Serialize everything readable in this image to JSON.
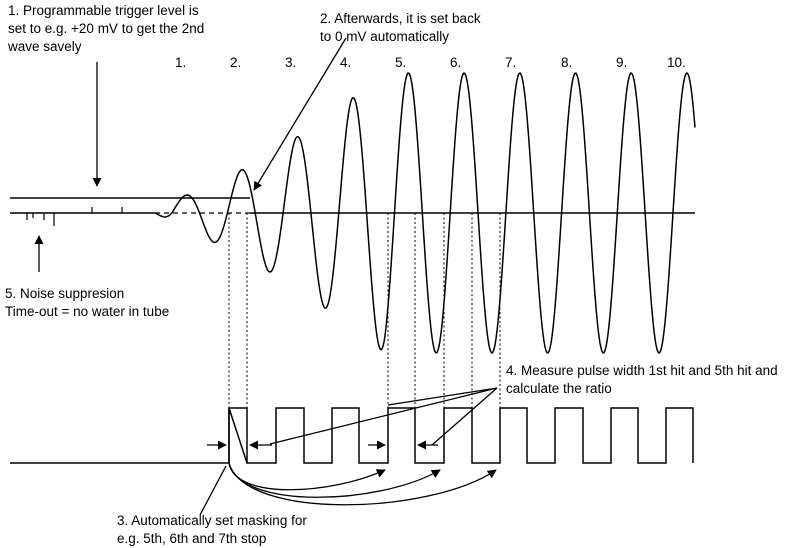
{
  "annotations": {
    "trigger_level": [
      "1. Programmable trigger level is",
      "set to e.g. +20 mV to get the 2nd",
      "wave savely"
    ],
    "set_back": [
      "2. Afterwards, it is set back",
      "to 0 mV automatically"
    ],
    "noise": [
      "5. Noise suppresion",
      "Time-out = no water in tube"
    ],
    "measure": [
      "4. Measure pulse width 1st hit and 5th hit and",
      "calculate the ratio"
    ],
    "masking": [
      "3. Automatically set masking for",
      "e.g. 5th, 6th and 7th stop"
    ]
  },
  "wave_numbers": [
    "1.",
    "2.",
    "3.",
    "4.",
    "5.",
    "6.",
    "7.",
    "8.",
    "9.",
    "10."
  ]
}
